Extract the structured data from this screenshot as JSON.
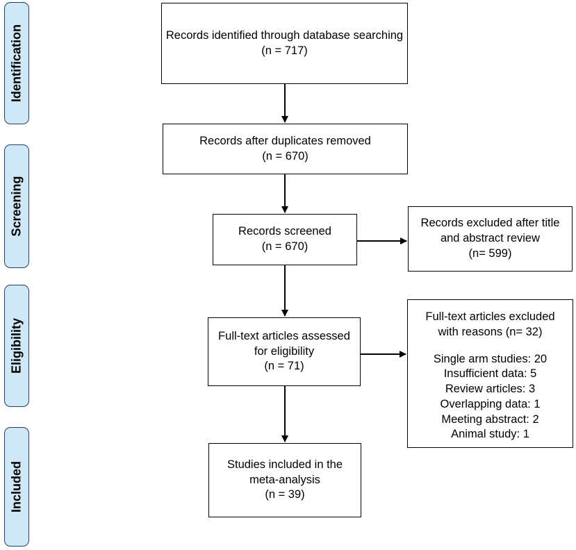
{
  "stages": [
    {
      "id": "identification",
      "label": "Identification"
    },
    {
      "id": "screening",
      "label": "Screening"
    },
    {
      "id": "eligibility",
      "label": "Eligibility"
    },
    {
      "id": "included",
      "label": "Included"
    }
  ],
  "boxes": {
    "identified": {
      "lines": [
        "Records identified through database searching",
        "(n = 717)"
      ]
    },
    "deduplicated": {
      "lines": [
        "Records after duplicates removed",
        "(n = 670)"
      ]
    },
    "screened": {
      "lines": [
        "Records screened",
        "(n = 670)"
      ]
    },
    "excluded_title": {
      "lines": [
        "Records excluded after title",
        "and abstract review",
        "(n= 599)"
      ]
    },
    "fulltext": {
      "lines": [
        "Full-text articles assessed",
        "for eligibility",
        "(n = 71)"
      ]
    },
    "excluded_fulltext": {
      "heading": [
        "Full-text articles excluded",
        "with reasons (n= 32)"
      ],
      "reasons": [
        "Single arm studies: 20",
        "Insufficient data: 5",
        "Review articles: 3",
        "Overlapping data: 1",
        "Meeting abstract: 2",
        "Animal study: 1"
      ]
    },
    "included": {
      "lines": [
        "Studies included in the",
        "meta-analysis",
        "(n = 39)"
      ]
    }
  }
}
